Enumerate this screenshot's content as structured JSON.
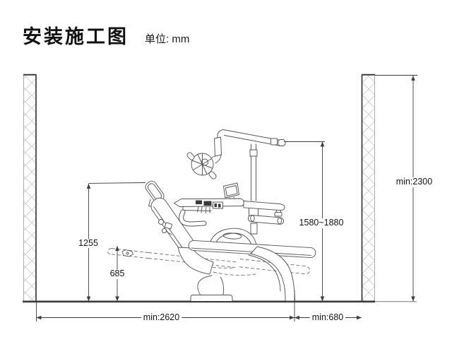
{
  "header": {
    "title": "安装施工图",
    "unit_label": "单位: mm"
  },
  "diagram": {
    "type": "installation-drawing",
    "subject": "dental-chair-unit",
    "dims": {
      "headrest_height": "1255",
      "footrest_height": "685",
      "arm_height_range": "1580~1880",
      "min_ceiling_height": "min:2300",
      "min_room_width": "min:2620",
      "min_right_clearance": "min:680"
    }
  }
}
